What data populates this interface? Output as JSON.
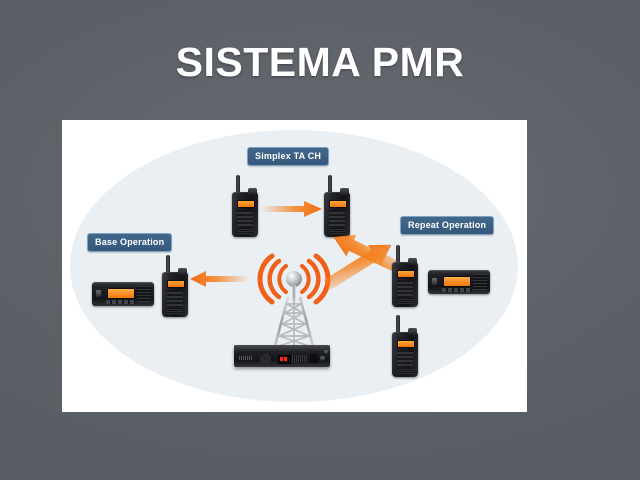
{
  "slide": {
    "title": "SISTEMA PMR",
    "background_color": "#5c6067",
    "title_color": "#ffffff"
  },
  "diagram": {
    "panel_color": "#ffffff",
    "ellipse_color": "#eaeff4",
    "accent_color": "#f58220",
    "badge_color": "#3d6a8f",
    "badges": [
      {
        "id": "simplex",
        "label": "Simplex TA CH"
      },
      {
        "id": "base",
        "label": "Base Operation"
      },
      {
        "id": "repeat",
        "label": "Repeat Operation"
      }
    ],
    "nodes": [
      {
        "id": "tower",
        "type": "antenna-tower",
        "label": ""
      },
      {
        "id": "repeater-base",
        "type": "rack-repeater",
        "label": ""
      },
      {
        "id": "simplex-ht-left",
        "type": "handheld-radio",
        "label": ""
      },
      {
        "id": "simplex-ht-right",
        "type": "handheld-radio",
        "label": ""
      },
      {
        "id": "base-mobile",
        "type": "mobile-radio",
        "label": ""
      },
      {
        "id": "base-ht",
        "type": "handheld-radio",
        "label": ""
      },
      {
        "id": "repeat-ht-top",
        "type": "handheld-radio",
        "label": ""
      },
      {
        "id": "repeat-mobile",
        "type": "mobile-radio",
        "label": ""
      },
      {
        "id": "repeat-ht-bottom",
        "type": "handheld-radio",
        "label": ""
      }
    ],
    "arrows": [
      {
        "id": "simplex-arrow",
        "direction": "right"
      },
      {
        "id": "base-arrow",
        "direction": "left"
      },
      {
        "id": "repeat-out-arrow",
        "direction": "up-right"
      },
      {
        "id": "repeat-in-arrow",
        "direction": "down-left"
      }
    ]
  }
}
